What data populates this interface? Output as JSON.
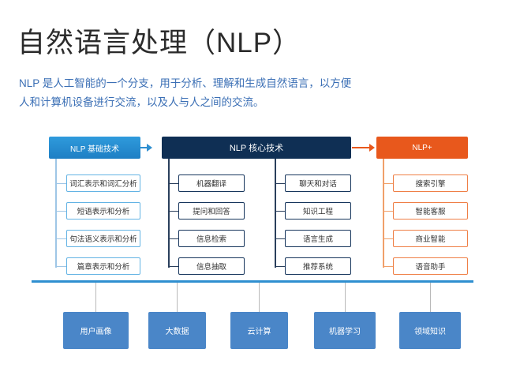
{
  "title": "自然语言处理（NLP）",
  "subtitle": "NLP 是人工智能的一个分支，用于分析、理解和生成自然语言，以方便人和计算机设备进行交流，以及人与人之间的交流。",
  "colors": {
    "accent_blue": "#2f8fd0",
    "navy": "#0f2f54",
    "orange": "#e8581c",
    "bottom_blue": "#4a86c8",
    "subtitle_blue": "#3b6fb5"
  },
  "columns": {
    "basic": {
      "header": "NLP 基础技术",
      "items": [
        "词汇表示和词汇分析",
        "短语表示和分析",
        "句法语义表示和分析",
        "篇章表示和分析"
      ]
    },
    "core": {
      "header": "NLP 核心技术",
      "left_items": [
        "机器翻译",
        "提问和回答",
        "信息检索",
        "信息抽取"
      ],
      "right_items": [
        "聊天和对话",
        "知识工程",
        "语言生成",
        "推荐系统"
      ]
    },
    "plus": {
      "header": "NLP+",
      "items": [
        "搜索引擎",
        "智能客服",
        "商业智能",
        "语音助手"
      ]
    }
  },
  "foundation": {
    "items": [
      "用户画像",
      "大数据",
      "云计算",
      "机器学习",
      "领域知识"
    ]
  }
}
